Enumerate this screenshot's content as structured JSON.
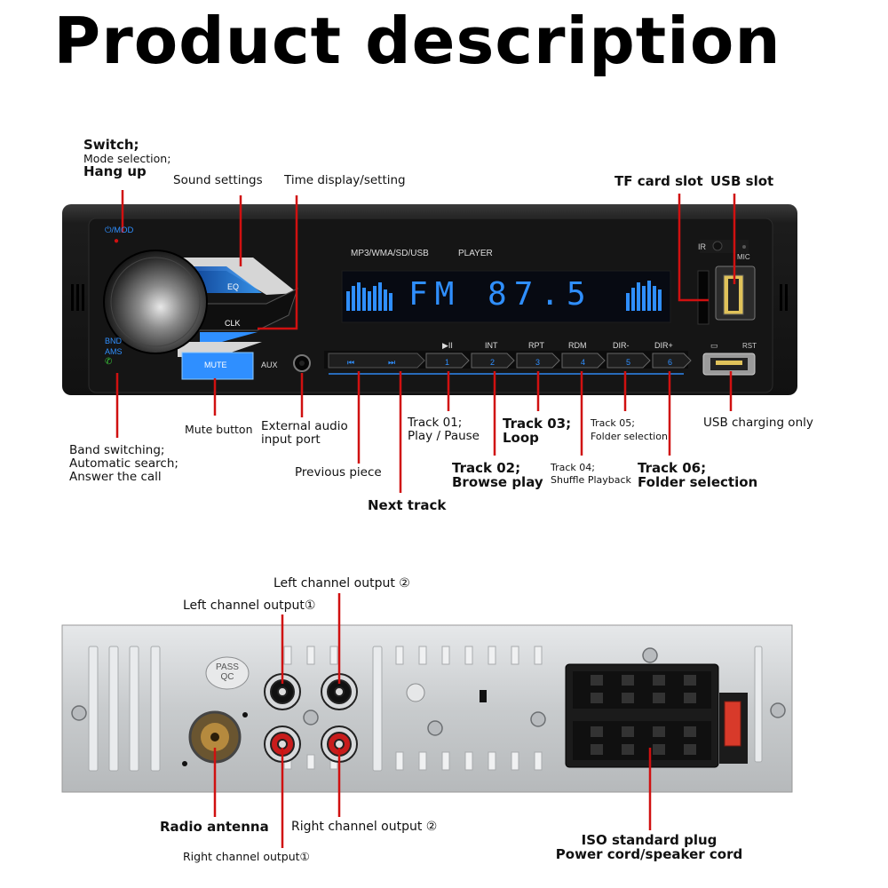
{
  "title": "Product description",
  "front_labels": {
    "switch": [
      "Switch;",
      "Mode selection;",
      "Hang up"
    ],
    "sound_settings": "Sound settings",
    "time_display": "Time display/setting",
    "tf_card_slot": "TF card slot",
    "usb_slot": "USB slot",
    "mute_button": "Mute button",
    "band_switching": [
      "Band switching;",
      "Automatic search;",
      "Answer the call"
    ],
    "external_audio": [
      "External audio",
      "input port"
    ],
    "previous_piece": "Previous piece",
    "next_track": "Next track",
    "track01": [
      "Track 01;",
      "Play / Pause"
    ],
    "track02": [
      "Track 02;",
      "Browse play"
    ],
    "track03": [
      "Track 03;",
      "Loop"
    ],
    "track04": [
      "Track 04;",
      "Shuffle Playback"
    ],
    "track05": [
      "Track 05;",
      "Folder selection"
    ],
    "track06": [
      "Track 06;",
      "Folder selection"
    ],
    "usb_charging": "USB charging only"
  },
  "panel_text": {
    "mod": "⏻/MOD",
    "eq": "EQ",
    "clk": "CLK",
    "bnd": "BND",
    "ams": "AMS",
    "mute": "MUTE",
    "aux": "AUX",
    "format": "MP3/WMA/SD/USB",
    "player": "PLAYER",
    "display": "FM 87.5",
    "ir": "IR",
    "mic": "MIC",
    "rst": "RST",
    "buttons": [
      {
        "top": "▶II",
        "num": "1"
      },
      {
        "top": "INT",
        "num": "2"
      },
      {
        "top": "RPT",
        "num": "3"
      },
      {
        "top": "RDM",
        "num": "4"
      },
      {
        "top": "DIR-",
        "num": "5"
      },
      {
        "top": "DIR+",
        "num": "6"
      }
    ]
  },
  "back_labels": {
    "left2": "Left channel output ②",
    "left1": "Left channel output①",
    "pass": [
      "PASS",
      "QC"
    ],
    "radio_antenna": "Radio antenna",
    "right2": "Right channel output ②",
    "right1": "Right channel output①",
    "iso": [
      "ISO standard plug",
      "Power cord/speaker cord"
    ]
  },
  "colors": {
    "leader": "#d01010",
    "accent_blue": "#2f8fff",
    "panel": "#1a1a1a",
    "chassis": "#cfd2d4"
  }
}
